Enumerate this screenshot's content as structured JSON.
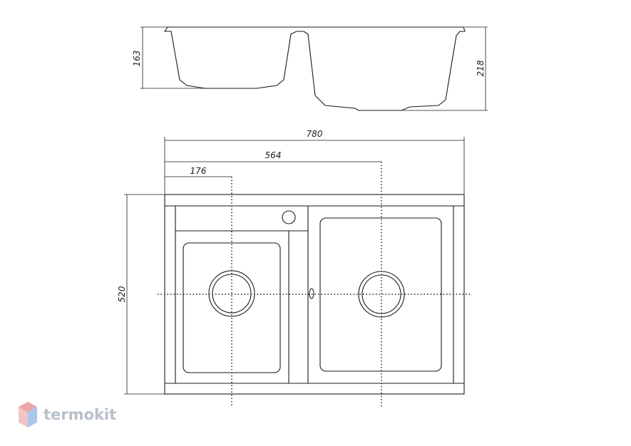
{
  "side_view": {
    "dim_small_bowl_depth": "163",
    "dim_large_bowl_depth": "218"
  },
  "top_view": {
    "dim_overall_width": "780",
    "dim_second_drain_offset": "564",
    "dim_first_drain_offset": "176",
    "dim_overall_depth": "520"
  },
  "logo": {
    "text": "termokit",
    "colors": {
      "top": "#e8a6a6",
      "left": "#f4c4c4",
      "right": "#a9c8ee",
      "text": "#b8c0c8"
    }
  },
  "colors": {
    "line": "#1a1a1a",
    "background": "#ffffff"
  }
}
